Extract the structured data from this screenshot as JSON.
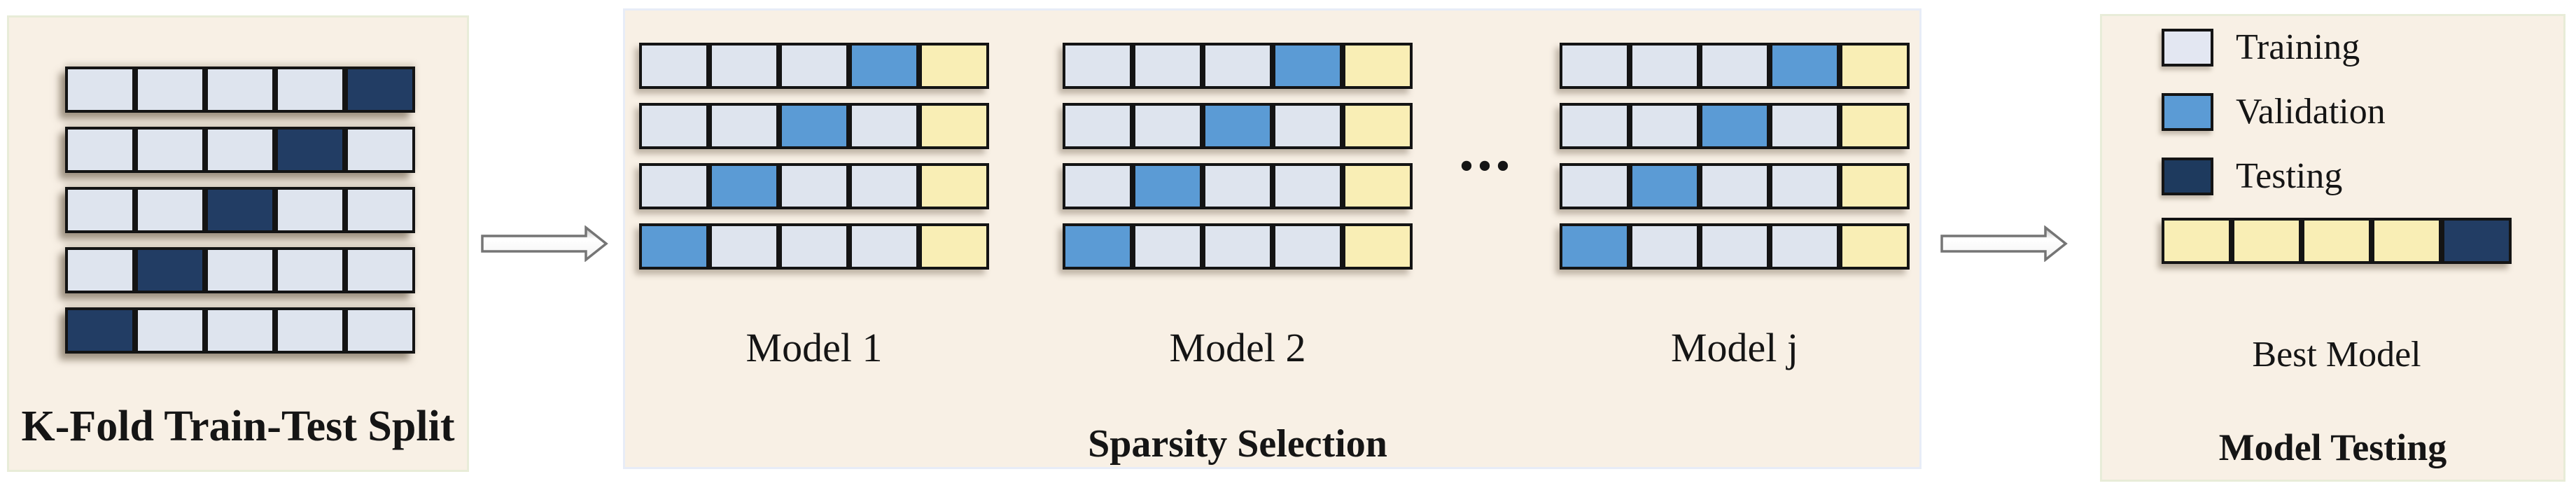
{
  "figure": {
    "background": "#ffffff",
    "panel_background": "#f8f0e5"
  },
  "colors": {
    "training": "#dee4ee",
    "validation": "#5b9bd5",
    "testing": "#223d64",
    "best": "#f9eeb5"
  },
  "icons": {
    "flow_arrow": "right-block-arrow",
    "ellipsis": "continuation-dots"
  },
  "left_panel": {
    "title": "K-Fold Train-Test Split",
    "rows": [
      [
        "training",
        "training",
        "training",
        "training",
        "testing"
      ],
      [
        "training",
        "training",
        "training",
        "testing",
        "training"
      ],
      [
        "training",
        "training",
        "testing",
        "training",
        "training"
      ],
      [
        "training",
        "testing",
        "training",
        "training",
        "training"
      ],
      [
        "testing",
        "training",
        "training",
        "training",
        "training"
      ]
    ]
  },
  "sparsity_panel": {
    "title": "Sparsity Selection",
    "ellipsis": "...",
    "models": [
      {
        "label": "Model 1",
        "rows": [
          [
            "training",
            "training",
            "training",
            "validation",
            "best"
          ],
          [
            "training",
            "training",
            "validation",
            "training",
            "best"
          ],
          [
            "training",
            "validation",
            "training",
            "training",
            "best"
          ],
          [
            "validation",
            "training",
            "training",
            "training",
            "best"
          ]
        ]
      },
      {
        "label": "Model 2",
        "rows": [
          [
            "training",
            "training",
            "training",
            "validation",
            "best"
          ],
          [
            "training",
            "training",
            "validation",
            "training",
            "best"
          ],
          [
            "training",
            "validation",
            "training",
            "training",
            "best"
          ],
          [
            "validation",
            "training",
            "training",
            "training",
            "best"
          ]
        ]
      },
      {
        "label": "Model j",
        "rows": [
          [
            "training",
            "training",
            "training",
            "validation",
            "best"
          ],
          [
            "training",
            "training",
            "validation",
            "training",
            "best"
          ],
          [
            "training",
            "validation",
            "training",
            "training",
            "best"
          ],
          [
            "validation",
            "training",
            "training",
            "training",
            "best"
          ]
        ]
      }
    ]
  },
  "legend": {
    "items": [
      {
        "label": "Training",
        "color": "#e3e7f2"
      },
      {
        "label": "Validation",
        "color": "#5b9bd5"
      },
      {
        "label": "Testing",
        "color": "#1e3a5e"
      }
    ]
  },
  "testing_panel": {
    "title": "Model Testing",
    "best_model_label": "Best Model",
    "rows": [
      [
        "best",
        "best",
        "best",
        "best",
        "testing"
      ]
    ]
  }
}
